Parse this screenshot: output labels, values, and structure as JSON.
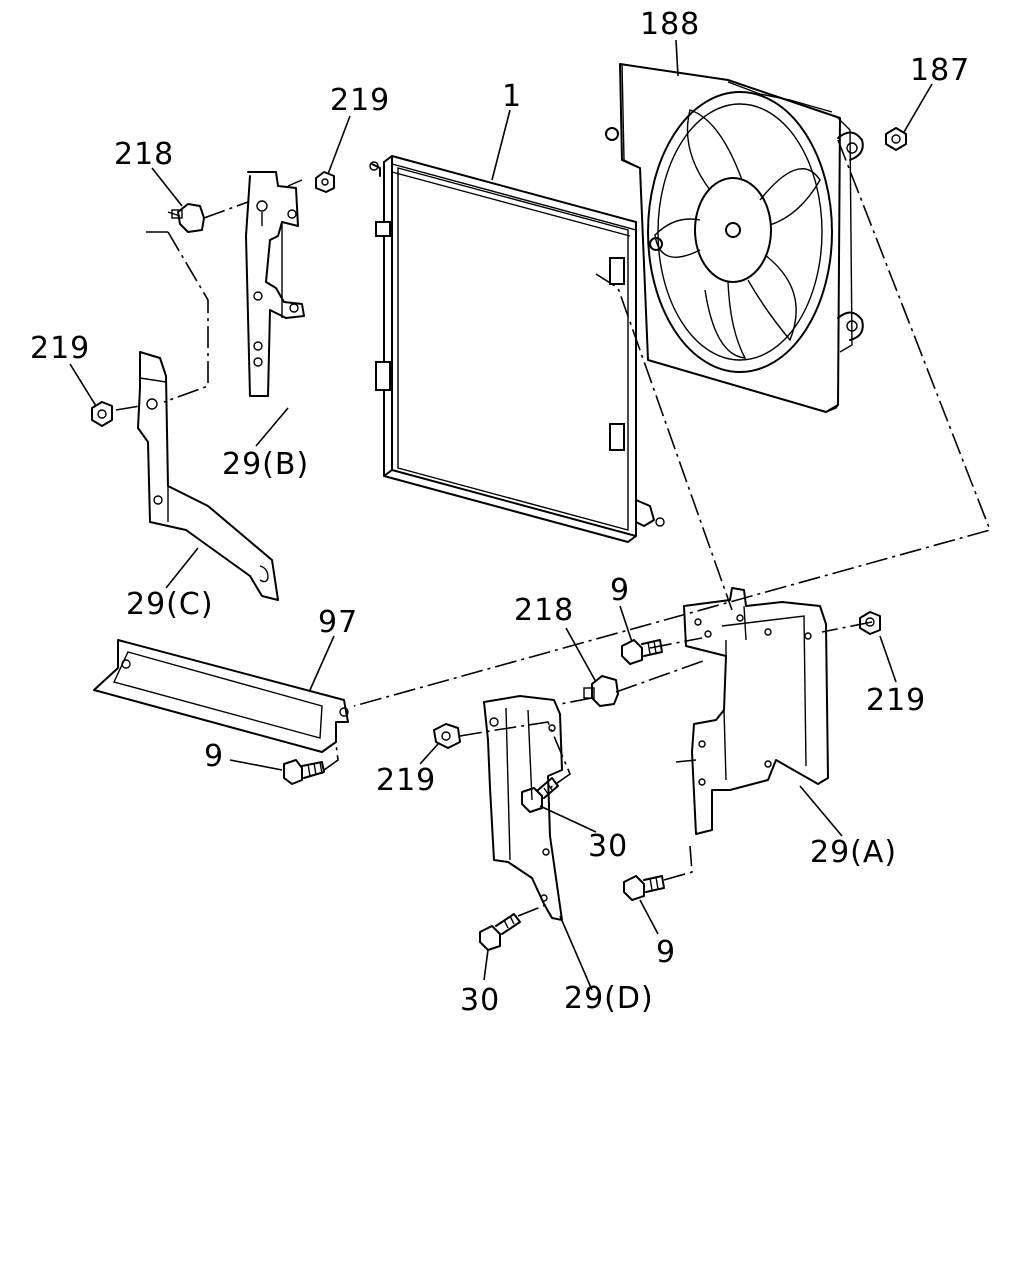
{
  "labels": {
    "l188": "188",
    "l187": "187",
    "l1": "1",
    "l219_top": "219",
    "l218_top": "218",
    "l219_left": "219",
    "l29b": "29(B)",
    "l29c": "29(C)",
    "l97": "97",
    "l9_left": "9",
    "l9_mid": "9",
    "l218_mid": "218",
    "l219_right": "219",
    "l219_mid": "219",
    "l30_mid": "30",
    "l29a": "29(A)",
    "l9_bottom": "9",
    "l30_bottom": "30",
    "l29d": "29(D)"
  }
}
